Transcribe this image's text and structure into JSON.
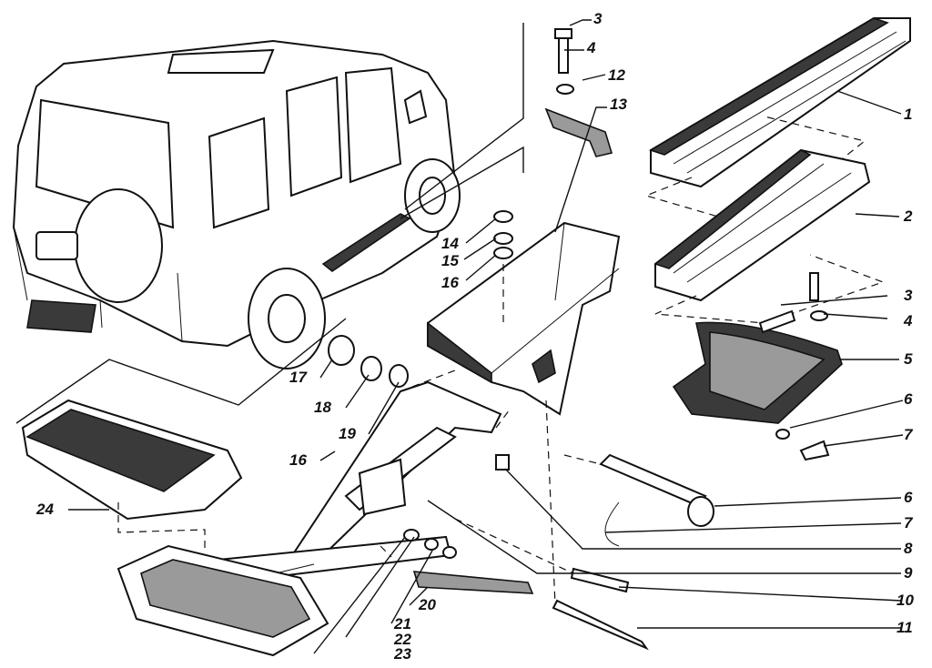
{
  "callouts": [
    {
      "id": "c3a",
      "text": "3"
    },
    {
      "id": "c4a",
      "text": "4"
    },
    {
      "id": "c12",
      "text": "12"
    },
    {
      "id": "c13",
      "text": "13"
    },
    {
      "id": "c1",
      "text": "1"
    },
    {
      "id": "c2",
      "text": "2"
    },
    {
      "id": "c14",
      "text": "14"
    },
    {
      "id": "c15",
      "text": "15"
    },
    {
      "id": "c16a",
      "text": "16"
    },
    {
      "id": "c3b",
      "text": "3"
    },
    {
      "id": "c4b",
      "text": "4"
    },
    {
      "id": "c5",
      "text": "5"
    },
    {
      "id": "c6a",
      "text": "6"
    },
    {
      "id": "c7a",
      "text": "7"
    },
    {
      "id": "c17",
      "text": "17"
    },
    {
      "id": "c18",
      "text": "18"
    },
    {
      "id": "c19",
      "text": "19"
    },
    {
      "id": "c16b",
      "text": "16"
    },
    {
      "id": "c24",
      "text": "24"
    },
    {
      "id": "c6b",
      "text": "6"
    },
    {
      "id": "c7b",
      "text": "7"
    },
    {
      "id": "c8",
      "text": "8"
    },
    {
      "id": "c9",
      "text": "9"
    },
    {
      "id": "c10",
      "text": "10"
    },
    {
      "id": "c11",
      "text": "11"
    },
    {
      "id": "c20",
      "text": "20"
    },
    {
      "id": "c21",
      "text": "21"
    },
    {
      "id": "c22",
      "text": "22"
    },
    {
      "id": "c23",
      "text": "23"
    }
  ]
}
